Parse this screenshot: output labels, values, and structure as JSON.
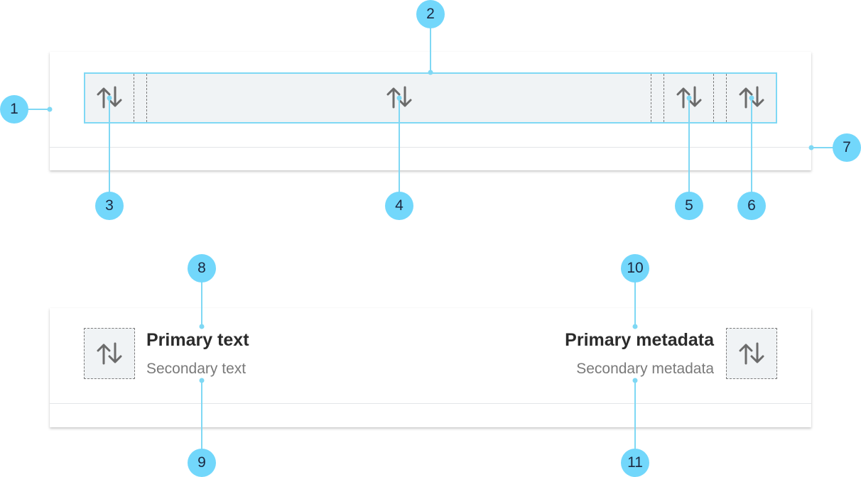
{
  "callouts": [
    "1",
    "2",
    "3",
    "4",
    "5",
    "6",
    "7",
    "8",
    "9",
    "10",
    "11"
  ],
  "list_item": {
    "primary_text": "Primary text",
    "secondary_text": "Secondary text",
    "primary_metadata": "Primary metadata",
    "secondary_metadata": "Secondary metadata"
  },
  "icons": [
    "swap-vertical-icon"
  ],
  "colors": {
    "callout": "#72d7fb",
    "slot_background": "#f0f3f5",
    "slot_outline": "#7fd8f4",
    "divider": "#e3e5e8"
  }
}
